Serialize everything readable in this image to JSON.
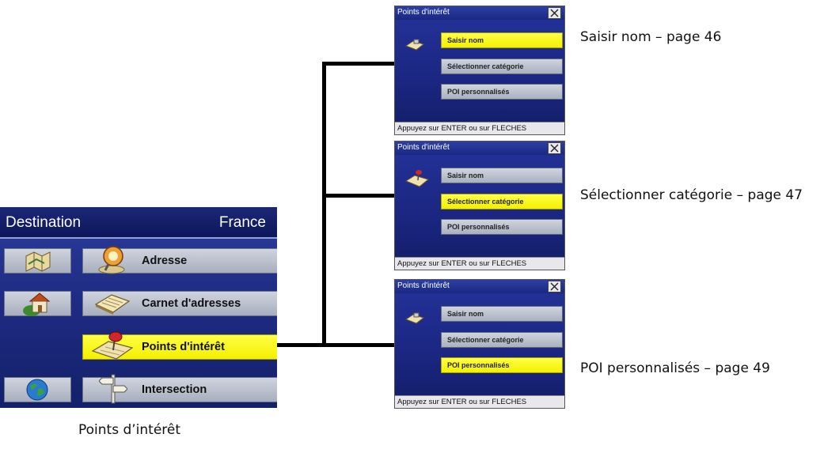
{
  "main_screen": {
    "title": "Destination",
    "country": "France",
    "menu": [
      {
        "label": "Adresse",
        "icon": "map-pin-icon",
        "side_icon": "map-icon"
      },
      {
        "label": "Carnet d'adresses",
        "icon": "address-book-icon",
        "side_icon": "house-icon"
      },
      {
        "label": "Points d'intérêt",
        "icon": "poi-pushpin-icon",
        "selected": true
      },
      {
        "label": "Intersection",
        "icon": "signpost-icon",
        "side_icon": "globe-icon"
      }
    ],
    "caption": "Points d’intérêt"
  },
  "poi_screens": [
    {
      "title": "Points d'intérêt",
      "options": [
        "Saisir nom",
        "Sélectionner catégorie",
        "POI personnalisés"
      ],
      "selected_index": 0,
      "status": "Appuyez sur ENTER ou sur FLECHES",
      "caption": "Saisir nom – page 46"
    },
    {
      "title": "Points d'intérêt",
      "options": [
        "Saisir nom",
        "Sélectionner catégorie",
        "POI personnalisés"
      ],
      "selected_index": 1,
      "status": "Appuyez sur ENTER ou sur FLECHES",
      "caption": "Sélectionner catégorie – page 47"
    },
    {
      "title": "Points d'intérêt",
      "options": [
        "Saisir nom",
        "Sélectionner catégorie",
        "POI personnalisés"
      ],
      "selected_index": 2,
      "status": "Appuyez sur ENTER ou sur FLECHES",
      "caption": "POI personnalisés – page 49"
    }
  ],
  "colors": {
    "selected": "#f4f000",
    "screen_blue": "#1f2c84",
    "button_gray": "#b9bfcc"
  }
}
